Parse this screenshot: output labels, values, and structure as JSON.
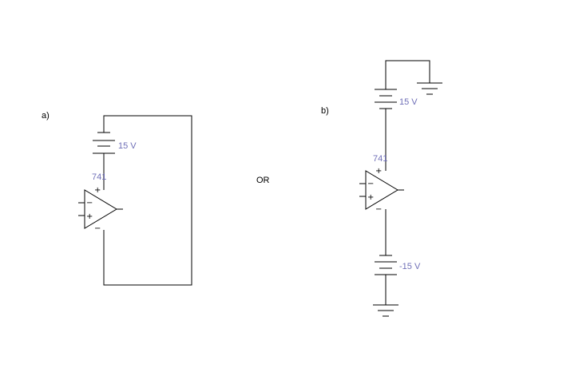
{
  "colors": {
    "wire": "#000000",
    "value_text": "#6f6fb7",
    "background": "#ffffff"
  },
  "separator": "OR",
  "circuit_a": {
    "label": "a)",
    "battery_value": "15 V",
    "opamp_name": "741",
    "opamp_input_signs": [
      "−",
      "+"
    ],
    "opamp_supply_signs": [
      "+",
      "−"
    ]
  },
  "circuit_b": {
    "label": "b)",
    "top_battery_value": "15 V",
    "bottom_battery_value": "-15 V",
    "opamp_name": "741",
    "opamp_input_signs": [
      "−",
      "+"
    ],
    "opamp_supply_signs": [
      "+",
      "−"
    ]
  }
}
